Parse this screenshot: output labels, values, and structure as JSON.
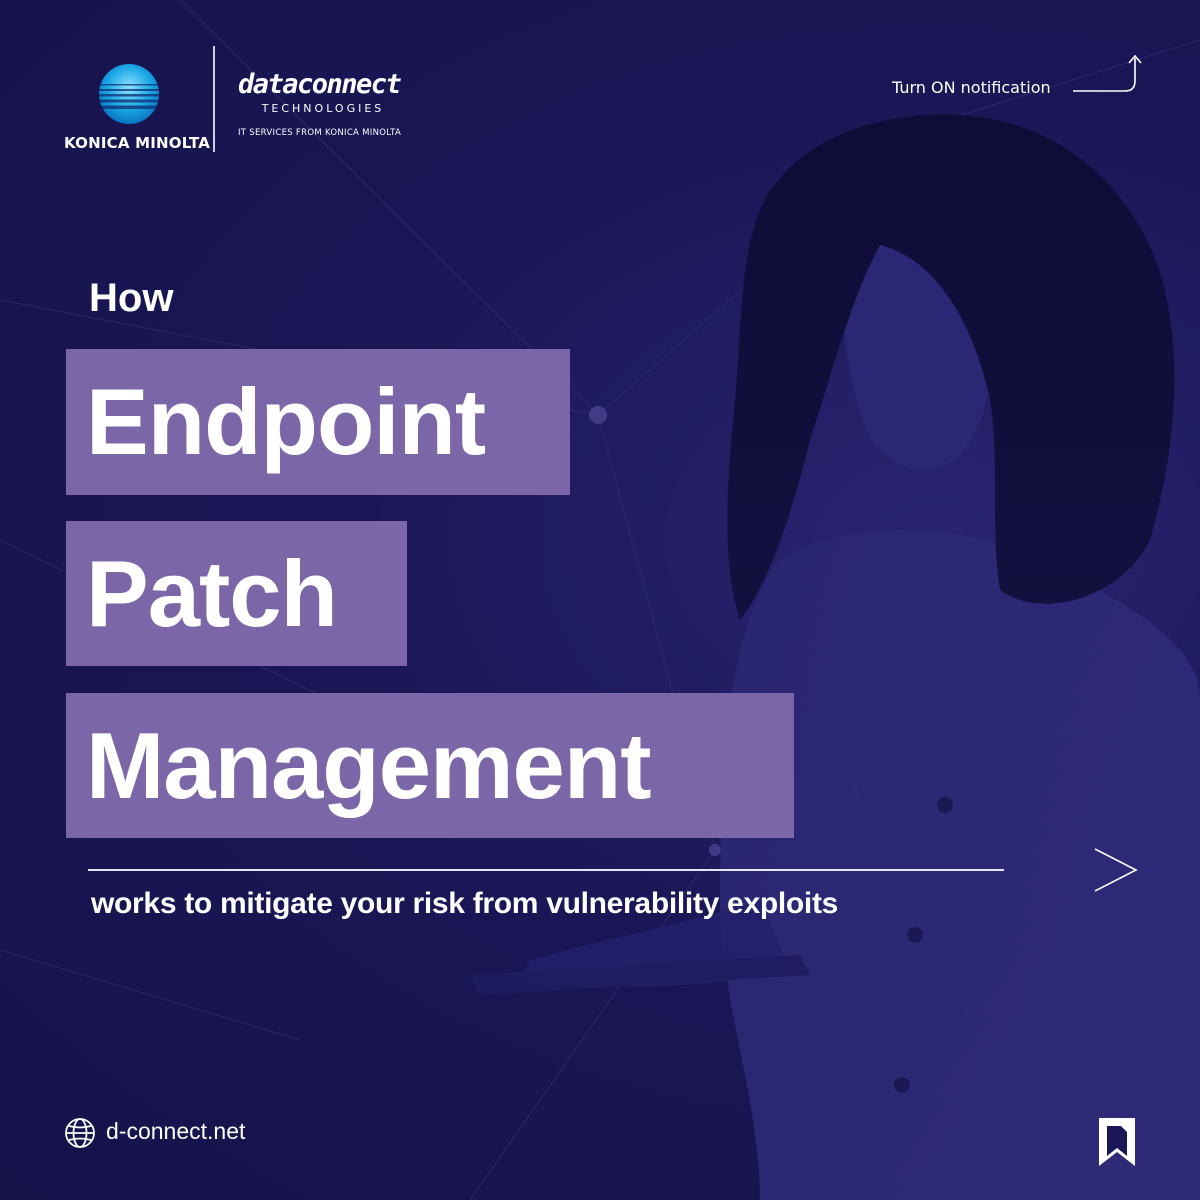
{
  "brand": {
    "konica_name": "KONICA MINOLTA",
    "dataconnect_word": "dataconnect",
    "dataconnect_sub": "TECHNOLOGIES",
    "dataconnect_tagline": "IT SERVICES FROM KONICA MINOLTA"
  },
  "notification": {
    "label": "Turn ON notification",
    "icon": "arrow-up-right-icon"
  },
  "headline": {
    "lead": "How",
    "lines": [
      "Endpoint",
      "Patch",
      "Management"
    ],
    "subline": "works to mitigate your risk from vulnerability exploits"
  },
  "navigation": {
    "next_icon": "chevron-right-icon"
  },
  "footer": {
    "website": "d-connect.net",
    "globe_icon": "globe-icon",
    "bookmark_icon": "bookmark-icon"
  },
  "colors": {
    "background": "#1b1757",
    "highlight": "#7b67a8",
    "text": "#ffffff"
  }
}
